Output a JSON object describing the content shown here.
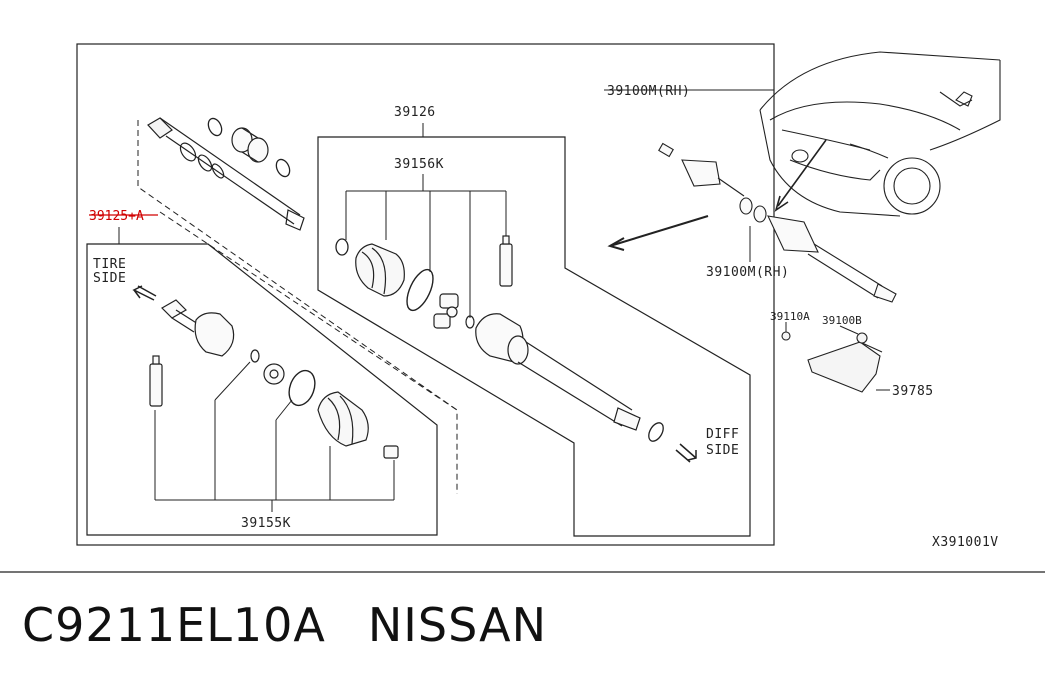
{
  "diagram": {
    "callout_assembly_rh_top": "39100M(RH)",
    "callout_assembly_rh_car": "39100M(RH)",
    "callout_inner_kit": "39126",
    "callout_inner_boot_kit": "39156K",
    "callout_outer_joint": "39125+A",
    "callout_outer_boot_kit": "39155K",
    "callout_bolt": "39110A",
    "callout_nut": "39100B",
    "callout_bracket": "39785",
    "tire_side_line1": "TIRE",
    "tire_side_line2": "SIDE",
    "diff_side_line1": "DIFF",
    "diff_side_line2": "SIDE",
    "figure_code": "X391001V"
  },
  "footer": {
    "part_number": "C9211EL10A",
    "brand": "NISSAN"
  },
  "colors": {
    "line": "#222222",
    "highlight": "#d00000",
    "background": "#ffffff"
  }
}
